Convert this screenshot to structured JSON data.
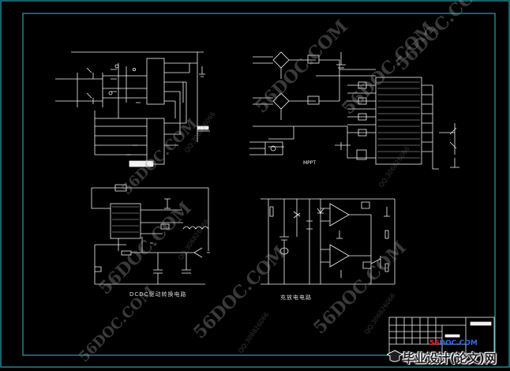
{
  "drawing": {
    "caption_left": "DCDC驱动转换电路",
    "caption_right": "充放电电路",
    "chip_label": "MPPT",
    "border_color": "#2bc4d2",
    "line_color": "#f2f2f2"
  },
  "watermarks": {
    "main": "56DOC.COM",
    "qq": "QQ:306826066"
  },
  "logo": {
    "site_a": "56",
    "site_b": "DOC.COM",
    "name": "毕业设计(论文)网"
  }
}
